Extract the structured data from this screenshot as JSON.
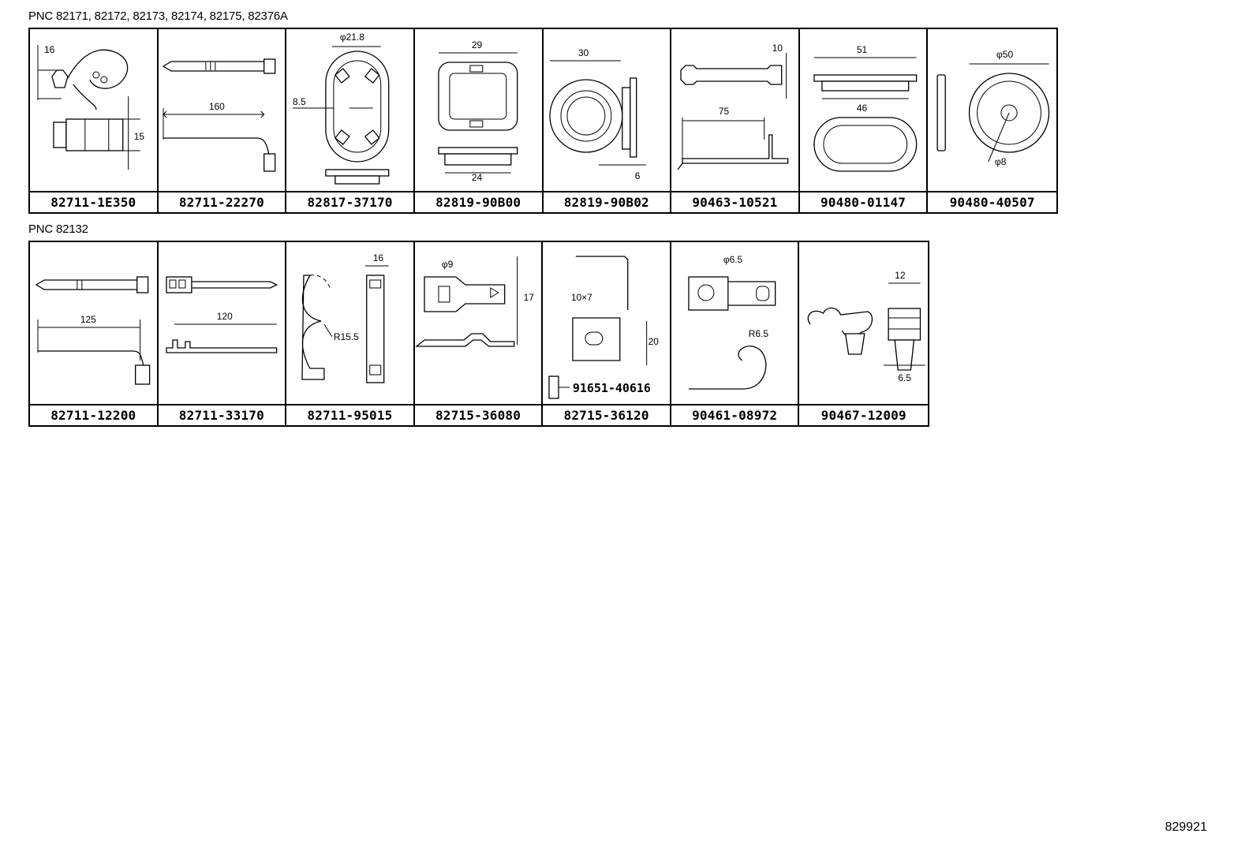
{
  "groups": [
    {
      "title": "PNC 82171, 82172, 82173, 82174, 82175, 82376A",
      "parts": [
        {
          "part_number": "82711-1E350",
          "dims": [
            "16",
            "15"
          ]
        },
        {
          "part_number": "82711-22270",
          "dims": [
            "160"
          ]
        },
        {
          "part_number": "82817-37170",
          "dims": [
            "φ21.8",
            "8.5"
          ]
        },
        {
          "part_number": "82819-90B00",
          "dims": [
            "29",
            "24"
          ]
        },
        {
          "part_number": "82819-90B02",
          "dims": [
            "30",
            "6"
          ]
        },
        {
          "part_number": "90463-10521",
          "dims": [
            "10",
            "75"
          ]
        },
        {
          "part_number": "90480-01147",
          "dims": [
            "51",
            "46"
          ]
        },
        {
          "part_number": "90480-40507",
          "dims": [
            "φ50",
            "φ8"
          ]
        }
      ]
    },
    {
      "title": "PNC 82132",
      "parts": [
        {
          "part_number": "82711-12200",
          "dims": [
            "125"
          ]
        },
        {
          "part_number": "82711-33170",
          "dims": [
            "120"
          ]
        },
        {
          "part_number": "82711-95015",
          "dims": [
            "16",
            "R15.5"
          ]
        },
        {
          "part_number": "82715-36080",
          "dims": [
            "φ9",
            "17"
          ]
        },
        {
          "part_number": "82715-36120",
          "dims": [
            "10×7",
            "20"
          ],
          "bolt_part_number": "91651-40616"
        },
        {
          "part_number": "90461-08972",
          "dims": [
            "φ6.5",
            "R6.5"
          ]
        },
        {
          "part_number": "90467-12009",
          "dims": [
            "12",
            "6.5"
          ]
        }
      ]
    }
  ],
  "diagram_id": "829921"
}
